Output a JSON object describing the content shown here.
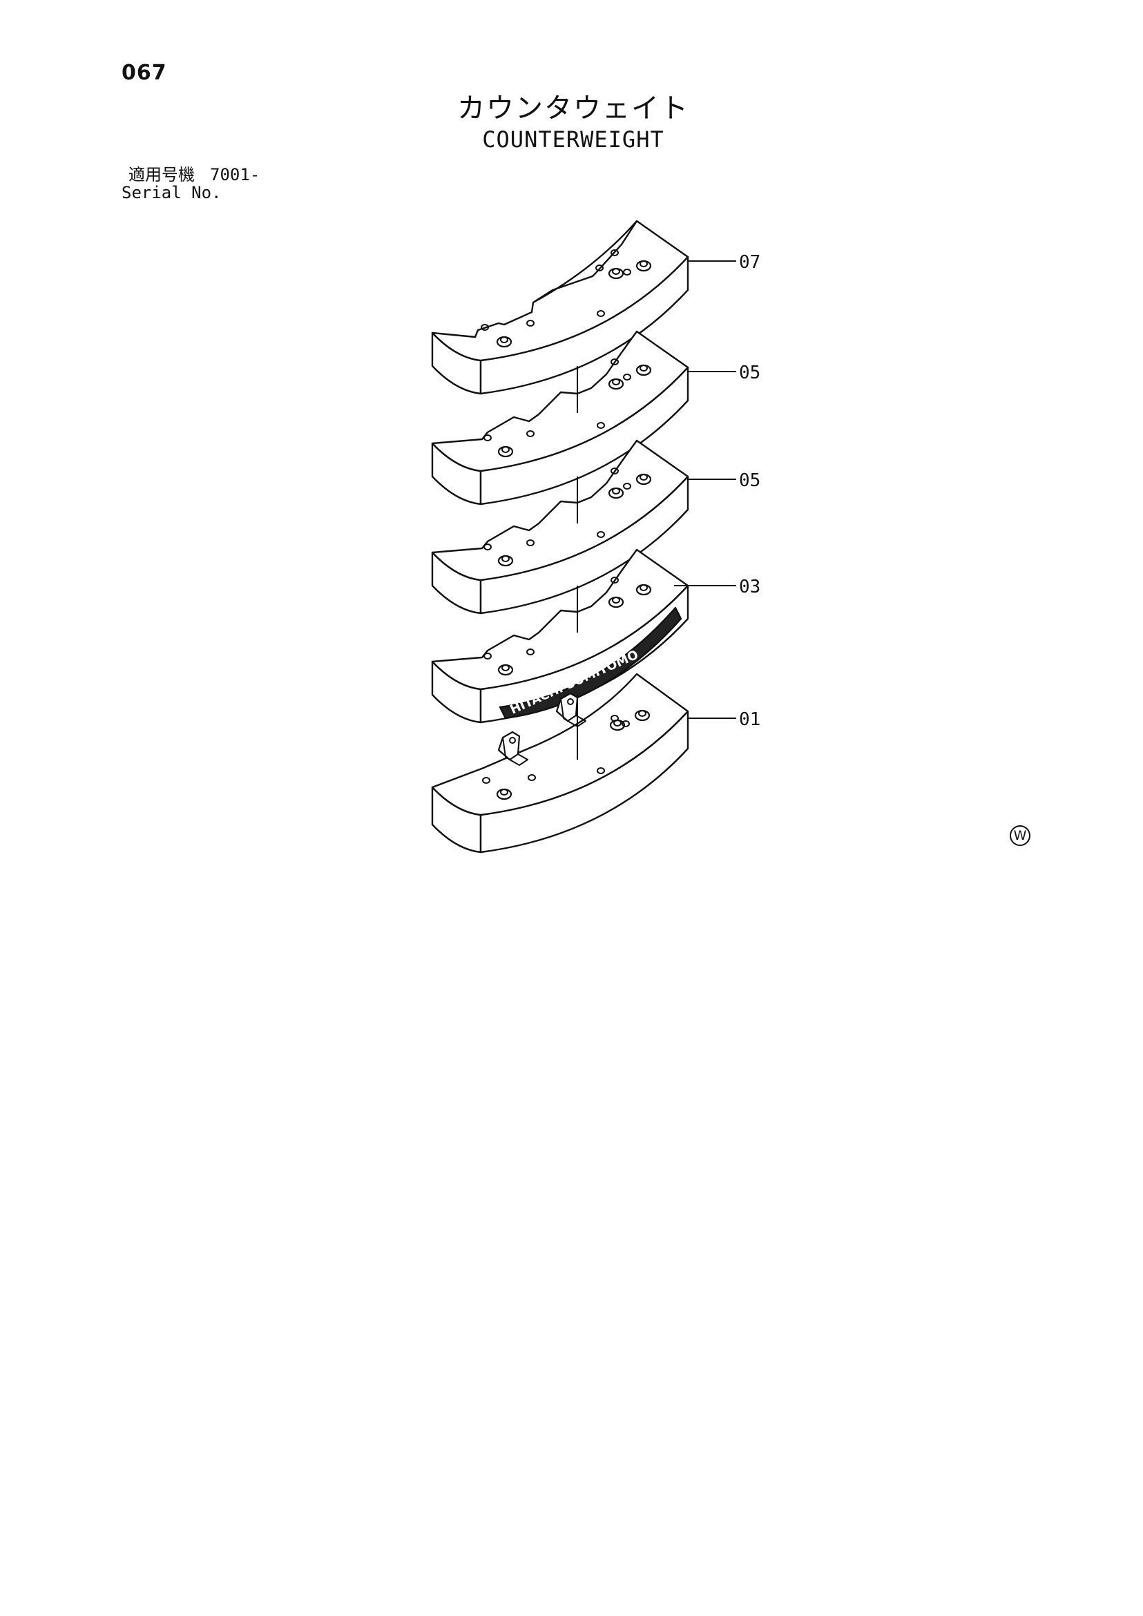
{
  "page": {
    "number": "067",
    "title_ja": "カウンタウェイト",
    "title_en": "COUNTERWEIGHT",
    "serial_label_ja": "適用号機",
    "serial_value": "7001-",
    "serial_label_en": "Serial No.",
    "w_mark": "W"
  },
  "diagram": {
    "logo_text": "HITACHI SUMITOMO",
    "parts": [
      {
        "label": "07"
      },
      {
        "label": "05"
      },
      {
        "label": "05"
      },
      {
        "label": "03"
      },
      {
        "label": "01"
      }
    ]
  }
}
